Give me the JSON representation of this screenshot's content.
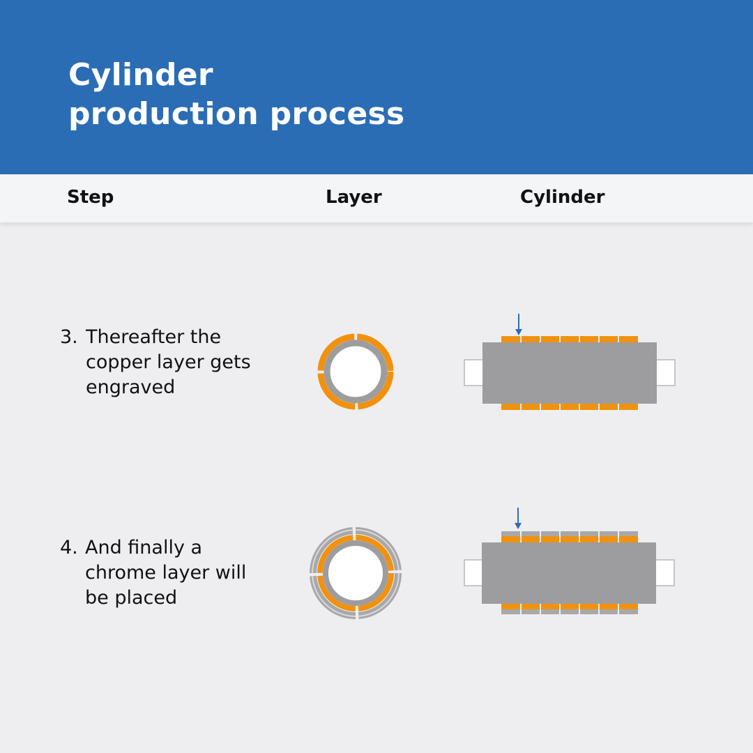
{
  "header": {
    "title_line1": "Cylinder",
    "title_line2": "production process"
  },
  "columns": {
    "step": "Step",
    "layer": "Layer",
    "cylinder": "Cylinder"
  },
  "steps": [
    {
      "number": "3.",
      "text_lines": [
        "Thereafter the",
        "copper layer gets",
        "engraved"
      ]
    },
    {
      "number": "4.",
      "text_lines": [
        "And finally a",
        "chrome layer will",
        "be placed"
      ]
    }
  ],
  "colors": {
    "header_bg": "#2a6db5",
    "copper": "#f0920f",
    "steel": "#9d9d9f",
    "chrome": "#a8a8aa",
    "arrow": "#2a6db5"
  }
}
